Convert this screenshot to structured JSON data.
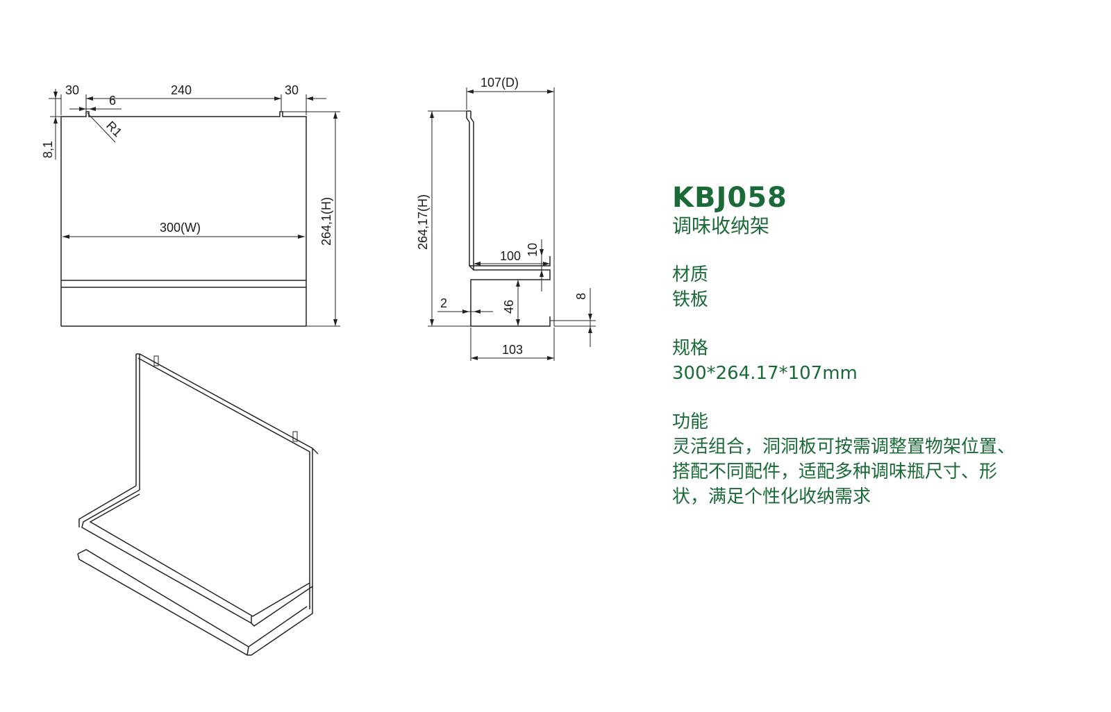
{
  "product": {
    "code": "KBJ058",
    "name": "调味收纳架"
  },
  "specs": {
    "material_label": "材质",
    "material_value": "铁板",
    "size_label": "规格",
    "size_value": "300*264.17*107mm",
    "function_label": "功能",
    "function_lines": [
      "灵活组合，洞洞板可按需调整置物架位置、",
      "搭配不同配件，适配多种调味瓶尺寸、形",
      "状，满足个性化收纳需求"
    ]
  },
  "front_view": {
    "dims": {
      "top_left": "30",
      "top_mid": "240",
      "top_right": "30",
      "hook_w": "6",
      "radius": "R1",
      "hook_h": "8,1",
      "width": "300(W)",
      "height": "264,1(H)"
    }
  },
  "side_view": {
    "dims": {
      "depth": "107(D)",
      "height": "264,17(H)",
      "shelf_depth": "100",
      "shelf_lip": "10",
      "thickness": "2",
      "gap": "46",
      "foot": "8",
      "base": "103"
    }
  },
  "colors": {
    "accent": "#1a6a37",
    "line": "#222222"
  }
}
